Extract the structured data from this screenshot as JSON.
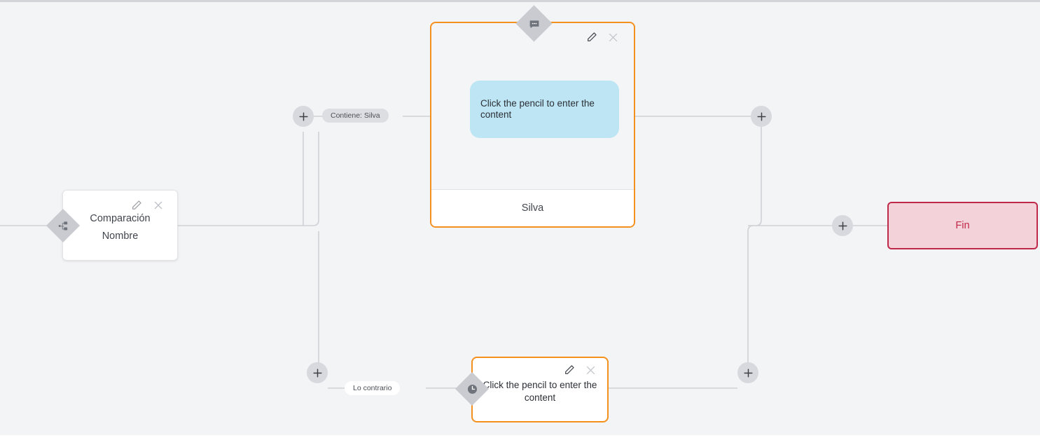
{
  "canvas": {
    "background": "#f3f4f6",
    "accent_orange": "#f4901e",
    "accent_crimson": "#c0284a",
    "bubble_blue": "#bde5f4"
  },
  "nodes": {
    "comparison": {
      "name": "comparison-node",
      "title": "Comparación",
      "subtitle": "Nombre",
      "badge_icon": "branch-icon",
      "edit_icon": "pencil-icon",
      "close_icon": "close-icon"
    },
    "message_card": {
      "name": "message-node",
      "badge_icon": "message-bubble-icon",
      "bubble_text": "Click the pencil to enter the content",
      "footer_label": "Silva",
      "edit_icon": "pencil-icon",
      "close_icon": "close-icon"
    },
    "wait_card": {
      "name": "wait-node",
      "badge_icon": "clock-icon",
      "text": "Click the pencil to enter the content",
      "edit_icon": "pencil-icon",
      "close_icon": "close-icon"
    },
    "end": {
      "name": "end-node",
      "label": "Fin",
      "border_color": "#c0284a",
      "fill_color": "#f3d3d9"
    }
  },
  "edge_labels": {
    "contiene": "Contiene: Silva",
    "lo_contrario": "Lo contrario"
  },
  "add_buttons": [
    {
      "id": "add-branch-true",
      "icon": "plus-icon"
    },
    {
      "id": "add-branch-false",
      "icon": "plus-icon"
    },
    {
      "id": "add-after-message",
      "icon": "plus-icon"
    },
    {
      "id": "add-after-wait",
      "icon": "plus-icon"
    },
    {
      "id": "add-before-end",
      "icon": "plus-icon"
    }
  ]
}
